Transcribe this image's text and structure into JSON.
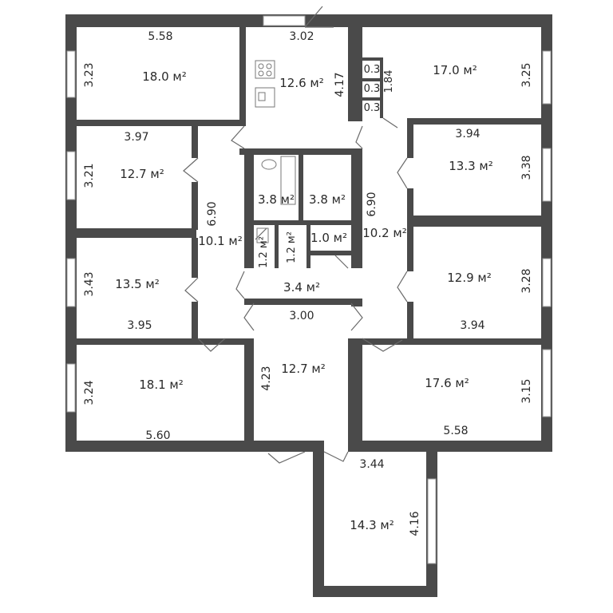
{
  "rooms": {
    "r1": {
      "area": "18.0 м²",
      "width": "5.58",
      "height": "3.23"
    },
    "r2": {
      "area": "12.7 м²",
      "width": "3.97",
      "height": "3.21"
    },
    "r3": {
      "area": "13.5 м²",
      "width": "3.95",
      "height": "3.43"
    },
    "r4": {
      "area": "18.1 м²",
      "width": "5.60",
      "height": "3.24"
    },
    "kitchen": {
      "area": "12.6 м²",
      "width": "3.02",
      "height": "4.17"
    },
    "corridor_left": {
      "area": "10.1 м²",
      "length": "6.90"
    },
    "bath": {
      "area": "3.8 м²"
    },
    "bath2": {
      "area": "3.8 м²"
    },
    "wc1": {
      "area": "1.2 м²"
    },
    "wc2": {
      "area": "1.2 м²"
    },
    "closet": {
      "area": "1.0 м²"
    },
    "hall": {
      "area": "3.4 м²",
      "width": "3.00"
    },
    "entry": {
      "area": "12.7 м²",
      "height": "4.23"
    },
    "r5": {
      "area": "17.0 м²",
      "height": "3.25"
    },
    "pantry": {
      "a": "0.3",
      "b": "0.3",
      "c": "0.3",
      "length": "1.84"
    },
    "r6": {
      "area": "13.3 м²",
      "width": "3.94",
      "height": "3.38"
    },
    "corridor_right": {
      "area": "10.2 м²",
      "length": "6.90"
    },
    "r7": {
      "area": "12.9 м²",
      "width": "3.94",
      "height": "3.28"
    },
    "r8": {
      "area": "17.6 м²",
      "width": "5.58",
      "height": "3.15"
    },
    "r9": {
      "area": "14.3 м²",
      "width": "3.44",
      "height": "4.16"
    }
  },
  "colors": {
    "wall": "#4a4a4a",
    "window": "#9a9a9a",
    "door": "#6a6a6a"
  }
}
